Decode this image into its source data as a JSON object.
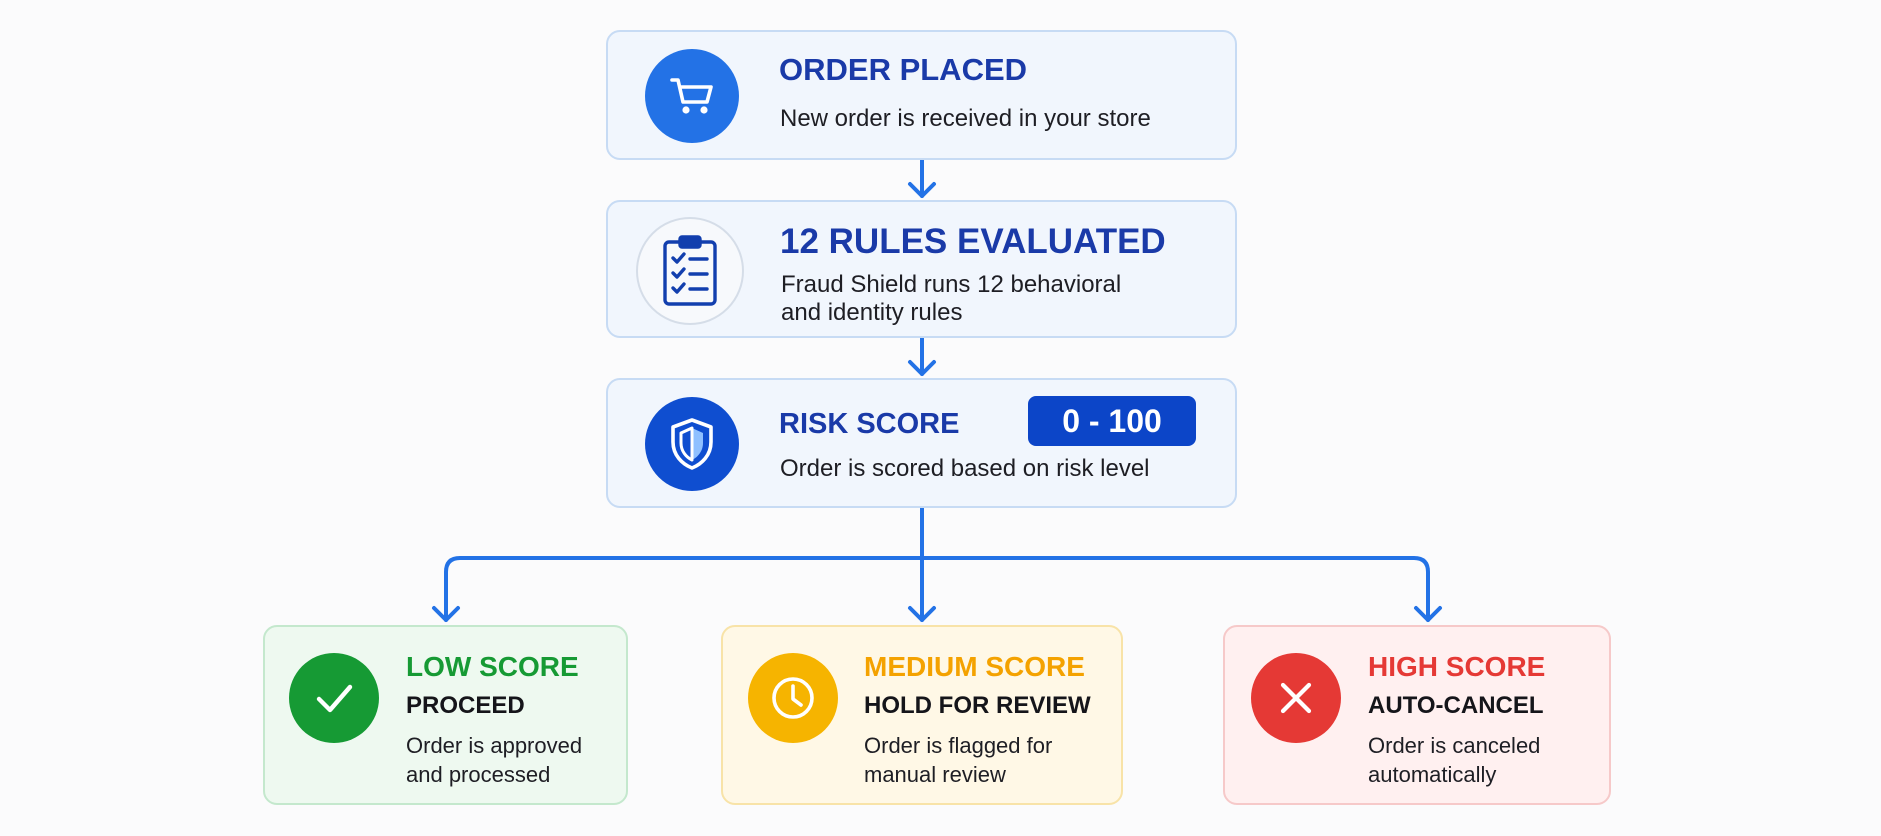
{
  "steps": {
    "order_placed": {
      "icon": "shopping-cart-icon",
      "title": "ORDER PLACED",
      "description": "New order is received in your store"
    },
    "rules": {
      "icon": "clipboard-checklist-icon",
      "title": "12 RULES EVALUATED",
      "description_line1": "Fraud Shield runs 12 behavioral",
      "description_line2": "and identity rules"
    },
    "risk_score": {
      "icon": "shield-icon",
      "title": "RISK SCORE",
      "badge": "0 - 100",
      "description": "Order is scored based on risk level"
    }
  },
  "outcomes": {
    "low": {
      "icon": "checkmark-icon",
      "title": "LOW SCORE",
      "action": "PROCEED",
      "description_line1": "Order is approved",
      "description_line2": "and processed",
      "color": "#169a34"
    },
    "medium": {
      "icon": "clock-icon",
      "title": "MEDIUM SCORE",
      "action": "HOLD FOR REVIEW",
      "description_line1": "Order is flagged for",
      "description_line2": "manual review",
      "color": "#f4a200"
    },
    "high": {
      "icon": "x-icon",
      "title": "HIGH SCORE",
      "action": "AUTO-CANCEL",
      "description_line1": "Order is canceled",
      "description_line2": "automatically",
      "color": "#e53935"
    }
  },
  "colors": {
    "primary_blue": "#1f6fe5",
    "title_blue": "#1a3aa8",
    "badge_blue": "#0c45c8"
  }
}
